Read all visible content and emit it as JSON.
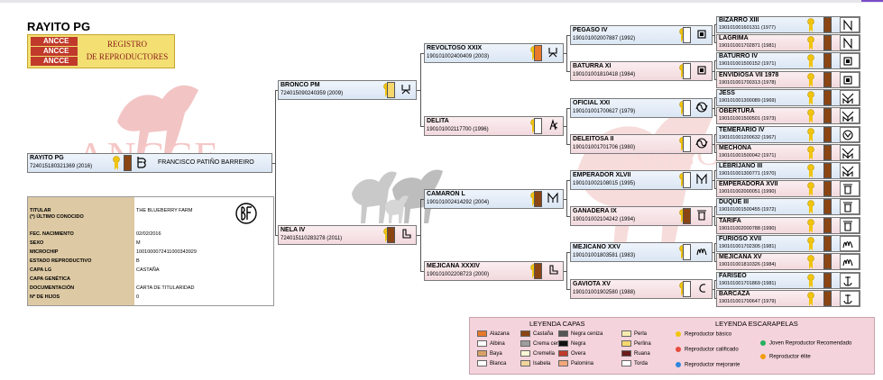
{
  "title": "RAYITO PG",
  "logo": {
    "marks": [
      "ANCCE",
      "ANCCE",
      "ANCCE"
    ],
    "line1": "REGISTRO",
    "line2": "DE REPRODUCTORES"
  },
  "watermark": {
    "text": "ANCCE",
    "text_right": "ANCCE"
  },
  "colors": {
    "alazana": "#e8782a",
    "castana": "#8b4513",
    "crema_ceniza": "#9e9e9e",
    "negra_ceniza": "#555555",
    "negra": "#111111",
    "perla": "#f7ecb0",
    "perlina": "#f5d76e",
    "ruana": "#6b1a1a",
    "baya": "#d9a066",
    "cremella": "#fff7d6",
    "overa": "#c0392b",
    "albina": "#ffffff",
    "isabela": "#f2d49b",
    "palomina": "#f3a77a",
    "blanca": "#ffffff",
    "torda": "#ffffff",
    "male_bg": "#dbe6f4",
    "female_bg": "#f2d9dd",
    "legend_bg": "#f4d3dc",
    "info_label_bg": "#ddc9a3"
  },
  "subject": {
    "name": "RAYITO PG",
    "reg": "724015180321369 (2016)",
    "breeder": "FRANCISCO PATIÑO BARREIRO",
    "brand": "b-brand-icon"
  },
  "gen1": [
    {
      "name": "BRONCO PM",
      "reg": "724015090240359 (2009)",
      "coat": "perlina",
      "brand": "hook-brand-icon"
    },
    {
      "name": "NELA IV",
      "reg": "724015110283278 (2011)",
      "coat": "castana",
      "brand": "boot-brand-icon"
    }
  ],
  "gen2": [
    {
      "name": "REVOLTOSO XXIX",
      "reg": "190101002400409 (2003)",
      "coat": "alazana",
      "brand": "hook-brand-icon"
    },
    {
      "name": "DELITA",
      "reg": "190101002117700 (1996)",
      "coat": "albina",
      "brand": "ac-brand-icon"
    },
    {
      "name": "CAMARON L",
      "reg": "190101002414292 (2004)",
      "coat": "castana",
      "brand": "mp-brand-icon"
    },
    {
      "name": "MEJICANA XXXIV",
      "reg": "190101002208723 (2000)",
      "coat": "castana",
      "brand": "boot-brand-icon"
    }
  ],
  "gen3": [
    {
      "name": "PEGASO IV",
      "reg": "190101002007887 (1992)",
      "coat": "albina",
      "brand": "square-brand-icon"
    },
    {
      "name": "BATURRA XI",
      "reg": "190101001810418 (1984)",
      "coat": "albina",
      "brand": "square-brand-icon"
    },
    {
      "name": "OFICIAL XXI",
      "reg": "190101001700627 (1979)",
      "coat": "albina",
      "brand": "s-brand-icon"
    },
    {
      "name": "DELEITOSA II",
      "reg": "190101001701706 (1980)",
      "coat": "albina",
      "brand": "s-brand-icon"
    },
    {
      "name": "EMPERADOR XLVII",
      "reg": "190101002108015 (1995)",
      "coat": "albina",
      "brand": "mp-brand-icon"
    },
    {
      "name": "GANADERA IX",
      "reg": "190101002104242 (1994)",
      "coat": "castana",
      "brand": "pot-brand-icon"
    },
    {
      "name": "MEJICANO XXV",
      "reg": "190101001803581 (1983)",
      "coat": "albina",
      "brand": "m-brand-icon"
    },
    {
      "name": "GAVIOTA XV",
      "reg": "190101001902580 (1988)",
      "coat": "albina",
      "brand": "c-brand-icon"
    }
  ],
  "gen4": [
    {
      "name": "BIZARRO XIII",
      "reg": "190101001601311 (1977)",
      "brand": "n-brand-icon"
    },
    {
      "name": "LAGRIMA",
      "reg": "190101001702871 (1981)",
      "brand": "n-brand-icon"
    },
    {
      "name": "BATURRO IV",
      "reg": "190101001500152 (1971)",
      "brand": "square-brand-icon"
    },
    {
      "name": "ENVIDIOSA VII 1978",
      "reg": "190101001700313 (1978)",
      "brand": "square-brand-icon"
    },
    {
      "name": "JESS",
      "reg": "190101001300089 (1969)",
      "brand": "ym-brand-icon"
    },
    {
      "name": "OBERTURA",
      "reg": "190101001500501 (1973)",
      "brand": "ym-brand-icon"
    },
    {
      "name": "TEMERARIO IV",
      "reg": "190101001200632 (1967)",
      "brand": "circle-brand-icon"
    },
    {
      "name": "MECHONA",
      "reg": "190101001500042 (1971)",
      "brand": "ym-brand-icon"
    },
    {
      "name": "LEBRIJANO III",
      "reg": "190101001300771 (1970)",
      "brand": "ym-brand-icon"
    },
    {
      "name": "EMPERADORA XVII",
      "reg": "190101002000051 (1990)",
      "brand": "pot-brand-icon"
    },
    {
      "name": "DUQUE III",
      "reg": "190101001500455 (1972)",
      "brand": "pot-brand-icon"
    },
    {
      "name": "TARIFA",
      "reg": "190101002000788 (1990)",
      "brand": "pot-brand-icon"
    },
    {
      "name": "FURIOSO XVII",
      "reg": "190101001702305 (1981)",
      "brand": "m-brand-icon"
    },
    {
      "name": "MEJICANA XV",
      "reg": "190101001810326 (1984)",
      "brand": "m-brand-icon"
    },
    {
      "name": "FARISEO",
      "reg": "190101001701869 (1981)",
      "brand": "anchor-brand-icon"
    },
    {
      "name": "BARCAZA",
      "reg": "190101001700647 (1979)",
      "brand": "anchor-brand-icon"
    }
  ],
  "info": {
    "rows": [
      {
        "label": "TITULAR",
        "value": "THE BLUEBERRY FARM"
      },
      {
        "label": "(*) ÚLTIMO CONOCIDO",
        "value": ""
      },
      {
        "label": "FEC. NACIMIENTO",
        "value": "02/02/2016"
      },
      {
        "label": "SEXO",
        "value": "M"
      },
      {
        "label": "MICROCHIP",
        "value": "100100007241100034392​9"
      },
      {
        "label": "ESTADO REPRODUCTIVO",
        "value": "B"
      },
      {
        "label": "CAPA LG",
        "value": "CASTAÑA"
      },
      {
        "label": "CAPA GENÉTICA",
        "value": ""
      },
      {
        "label": "DOCUMENTACIÓN",
        "value": "CARTA DE TITULARIDAD"
      },
      {
        "label": "Nº DE HIJOS",
        "value": "0"
      }
    ],
    "brand_label": "BF"
  },
  "legend": {
    "capas_title": "LEYENDA CAPAS",
    "esc_title": "LEYENDA ESCARAPELAS",
    "capas": [
      {
        "name": "Alazana",
        "color": "#e8782a"
      },
      {
        "name": "Castaña",
        "color": "#8b4513"
      },
      {
        "name": "Negra ceniza",
        "color": "#555555"
      },
      {
        "name": "Perla",
        "color": "#f7ecb0"
      },
      {
        "name": "Albina",
        "color": "#ffffff"
      },
      {
        "name": "Crema ceniza",
        "color": "#9e9e9e"
      },
      {
        "name": "Negra",
        "color": "#111111"
      },
      {
        "name": "Perlina",
        "color": "#f5d76e"
      },
      {
        "name": "Baya",
        "color": "#d9a066"
      },
      {
        "name": "Cremella",
        "color": "#fff7d6"
      },
      {
        "name": "Overa",
        "color": "#c0392b"
      },
      {
        "name": "Ruana",
        "color": "#6b1a1a"
      },
      {
        "name": "Blanca",
        "color": "#ffffff"
      },
      {
        "name": "Isabela",
        "color": "#f2d49b"
      },
      {
        "name": "Palomina",
        "color": "#f3a77a"
      },
      {
        "name": "Torda",
        "color": "#ffffff"
      }
    ],
    "escarapelas": [
      {
        "name": "Reproductor básico",
        "color": "#f1c40f"
      },
      {
        "name": "Joven Reproductor Recomendado",
        "color": "#27ae60"
      },
      {
        "name": "Reproductor calificado",
        "color": "#e74c3c"
      },
      {
        "name": "Reproductor élite",
        "color": "#f39c12"
      },
      {
        "name": "Reproductor mejorante",
        "color": "#2e86de"
      }
    ]
  }
}
